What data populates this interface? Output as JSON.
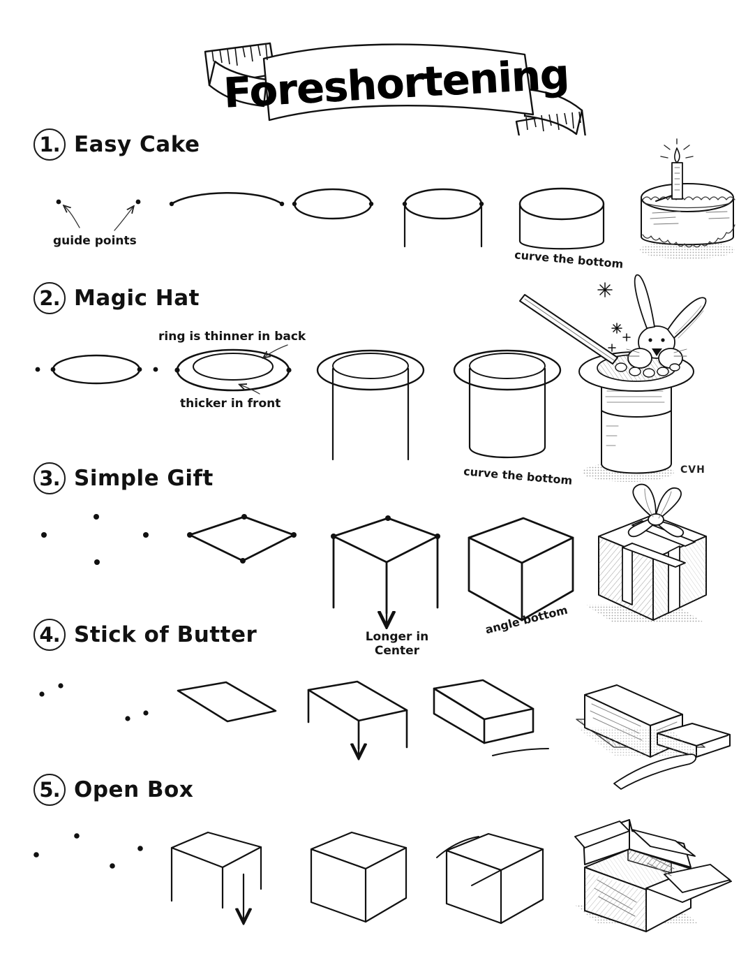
{
  "worksheet": {
    "title": "Foreshortening",
    "signature": "CVH"
  },
  "steps": [
    {
      "number": "1.",
      "title": "Easy Cake",
      "annotations": [
        {
          "name": "guide-points-label",
          "text": "guide points"
        },
        {
          "name": "curve-the-bottom-label",
          "text": "curve the bottom"
        }
      ]
    },
    {
      "number": "2.",
      "title": "Magic Hat",
      "annotations": [
        {
          "name": "ring-thinner-back-label",
          "text": "ring is thinner in back"
        },
        {
          "name": "thicker-in-front-label",
          "text": "thicker in front"
        },
        {
          "name": "curve-the-bottom-label",
          "text": "curve the bottom"
        }
      ]
    },
    {
      "number": "3.",
      "title": "Simple Gift",
      "annotations": [
        {
          "name": "longer-in-center-label",
          "text": "Longer in"
        },
        {
          "name": "longer-in-center-label-2",
          "text": "Center"
        },
        {
          "name": "angle-bottom-label",
          "text": "angle  bottom"
        }
      ]
    },
    {
      "number": "4.",
      "title": "Stick of Butter",
      "annotations": []
    },
    {
      "number": "5.",
      "title": "Open Box",
      "annotations": []
    }
  ]
}
